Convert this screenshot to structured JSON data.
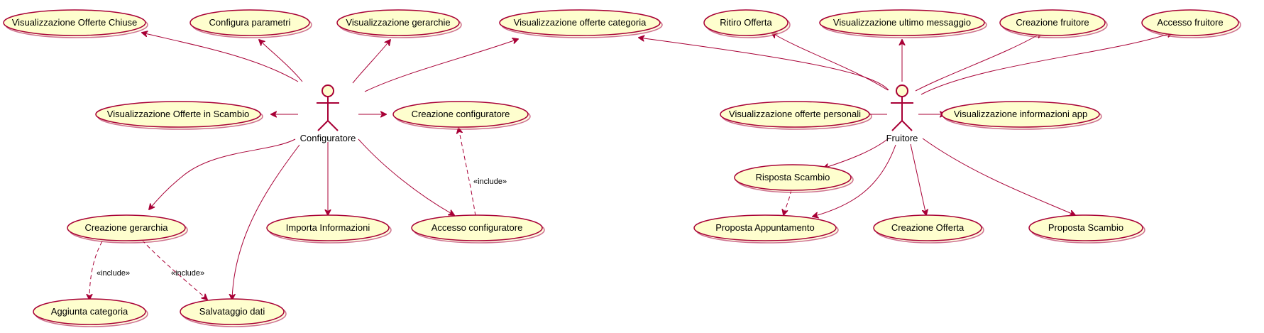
{
  "actors": {
    "configuratore": "Configuratore",
    "fruitore": "Fruitore"
  },
  "use_cases": {
    "vis_offerte_chiuse": "Visualizzazione Offerte Chiuse",
    "configura_parametri": "Configura parametri",
    "vis_gerarchie": "Visualizzazione gerarchie",
    "vis_offerte_categoria": "Visualizzazione offerte categoria",
    "ritiro_offerta": "Ritiro Offerta",
    "vis_ultimo_messaggio": "Visualizzazione ultimo messaggio",
    "creazione_fruitore": "Creazione fruitore",
    "accesso_fruitore": "Accesso fruitore",
    "vis_offerte_scambio": "Visualizzazione Offerte in Scambio",
    "creazione_configuratore": "Creazione configuratore",
    "vis_offerte_personali": "Visualizzazione offerte personali",
    "vis_info_app": "Visualizzazione informazioni app",
    "risposta_scambio": "Risposta Scambio",
    "creazione_gerarchia": "Creazione gerarchia",
    "importa_informazioni": "Importa Informazioni",
    "accesso_configuratore": "Accesso configuratore",
    "proposta_appuntamento": "Proposta Appuntamento",
    "creazione_offerta": "Creazione Offerta",
    "proposta_scambio": "Proposta Scambio",
    "aggiunta_categoria": "Aggiunta categoria",
    "salvataggio_dati": "Salvataggio dati"
  },
  "relations": {
    "include_label": "«include»"
  },
  "colors": {
    "use_case_fill": "#fefece",
    "border": "#a80036"
  }
}
